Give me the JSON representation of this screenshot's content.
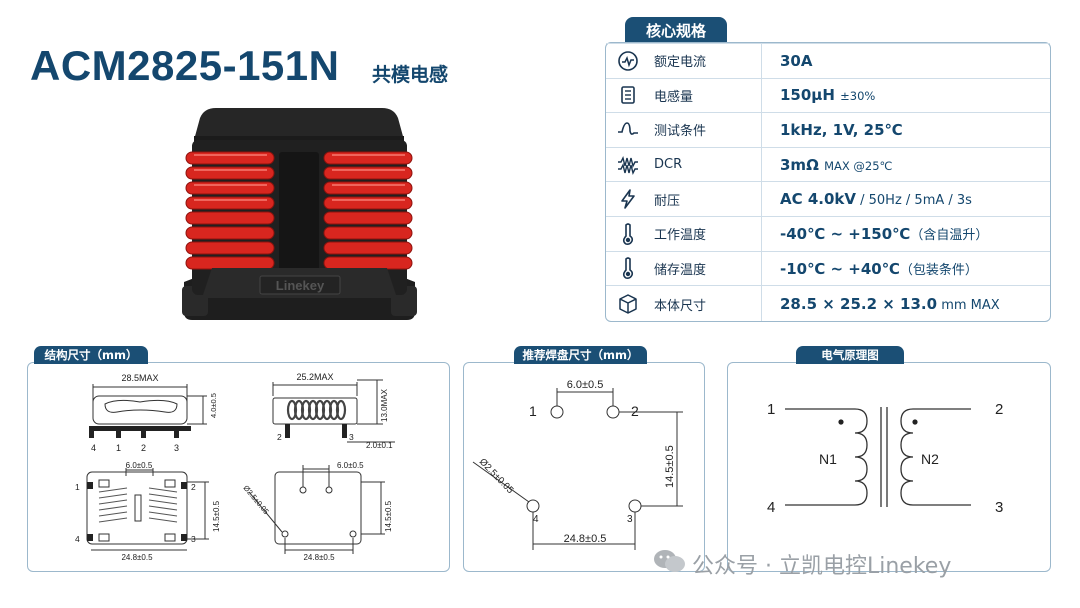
{
  "title": "ACM2825-151N",
  "subtitle": "共模电感",
  "photo": {
    "marking": "Linekey"
  },
  "specs": {
    "header": "核心规格",
    "rows": [
      {
        "icon": "current-gauge-icon",
        "label": "额定电流",
        "value": "30A",
        "extra": ""
      },
      {
        "icon": "coil-icon",
        "label": "电感量",
        "value": "150μH",
        "extra": "±30%"
      },
      {
        "icon": "waveform-icon",
        "label": "测试条件",
        "value": "1kHz, 1V, 25℃",
        "extra": ""
      },
      {
        "icon": "resistor-icon",
        "label": "DCR",
        "value": "3mΩ",
        "extra": "MAX @25℃"
      },
      {
        "icon": "lightning-icon",
        "label": "耐压",
        "value": "AC 4.0kV",
        "extra": " / 50Hz / 5mA / 3s"
      },
      {
        "icon": "thermometer-icon",
        "label": "工作温度",
        "value": "-40℃ ~ +150℃",
        "extra": "（含自温升）"
      },
      {
        "icon": "thermometer-icon",
        "label": "储存温度",
        "value": "-10℃ ~ +40℃",
        "extra": "（包装条件）"
      },
      {
        "icon": "cube-icon",
        "label": "本体尺寸",
        "value": "28.5 × 25.2 × 13.0",
        "extra": " mm MAX"
      }
    ]
  },
  "dimensions": {
    "header": "结构尺寸（mm）",
    "dim_28_5": "28.5MAX",
    "dim_4_0": "4.0±0.5",
    "dim_25_2": "25.2MAX",
    "dim_13_0": "13.0MAX",
    "dim_2_0": "2.0±0.1",
    "dim_6_0": "6.0±0.5",
    "dim_14_5": "14.5±0.5",
    "dim_24_8": "24.8±0.5",
    "dim_dia": "Ø2.5±0.05",
    "pins": [
      "1",
      "2",
      "3",
      "4"
    ]
  },
  "pad": {
    "header": "推荐焊盘尺寸（mm）",
    "dim_6_0": "6.0±0.5",
    "dim_14_5": "14.5±0.5",
    "dim_24_8": "24.8±0.5",
    "dim_dia": "Ø2.5±0.05",
    "pins": [
      "1",
      "2",
      "3",
      "4"
    ]
  },
  "schematic": {
    "header": "电气原理图",
    "n1": "N1",
    "n2": "N2",
    "pins": [
      "1",
      "2",
      "3",
      "4"
    ]
  },
  "watermark": "公众号 · 立凯电控Linekey",
  "colors": {
    "brand": "#14476e",
    "tab": "#1b4f75",
    "border": "#9cb8cc",
    "coil": "#d8261f"
  }
}
